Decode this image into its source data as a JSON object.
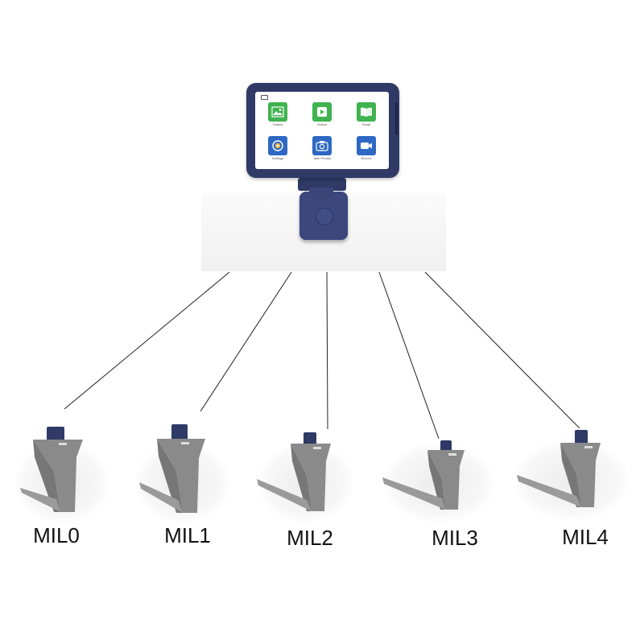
{
  "device": {
    "screen_apps": [
      {
        "label": "Gallery",
        "icon": "gallery-icon",
        "color": "#3fb34f"
      },
      {
        "label": "Videos",
        "icon": "play-icon",
        "color": "#3fb34f"
      },
      {
        "label": "Study",
        "icon": "book-icon",
        "color": "#3fb34f"
      },
      {
        "label": "Settings",
        "icon": "settings-icon",
        "color": "#2e68c3"
      },
      {
        "label": "Take Photos",
        "icon": "camera-icon",
        "color": "#2e68c3"
      },
      {
        "label": "Record",
        "icon": "video-camera-icon",
        "color": "#2e68c3"
      }
    ],
    "colors": {
      "body": "#2f3a66",
      "base": "#3b477d"
    }
  },
  "blades": [
    {
      "label": "MIL0",
      "color": "#8a8a8a"
    },
    {
      "label": "MIL1",
      "color": "#8a8a8a"
    },
    {
      "label": "MIL2",
      "color": "#8a8a8a"
    },
    {
      "label": "MIL3",
      "color": "#8a8a8a"
    },
    {
      "label": "MIL4",
      "color": "#8a8a8a"
    }
  ]
}
